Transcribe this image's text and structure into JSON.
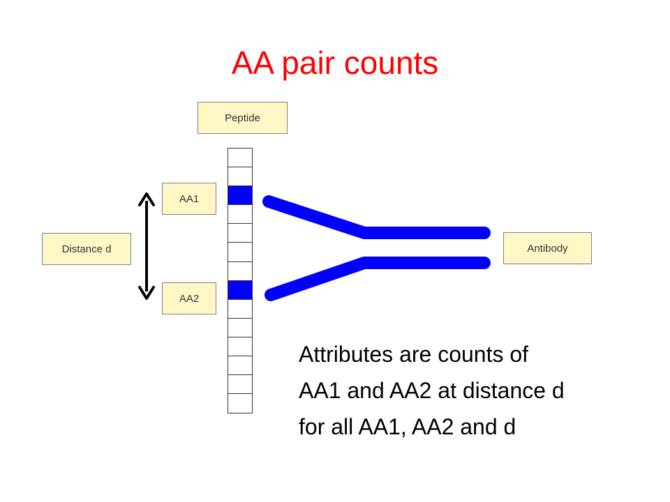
{
  "title": "AA pair counts",
  "labels": {
    "peptide": "Peptide",
    "aa1": "AA1",
    "aa2": "AA2",
    "distance": "Distance d",
    "antibody": "Antibody"
  },
  "peptide_strip": {
    "cell_count": 14,
    "highlighted_cells": [
      2,
      7
    ],
    "highlight_color": "#0000ff",
    "label_box_color": "#fff8c6"
  },
  "antibody_color": "#0000ff",
  "title_color": "#ff0000",
  "caption": [
    "Attributes are counts of",
    "AA1 and AA2 at distance d",
    "for all AA1, AA2 and d"
  ]
}
